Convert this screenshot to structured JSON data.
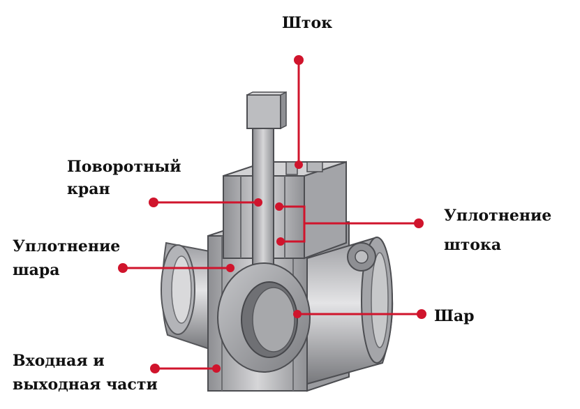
{
  "labels": {
    "stem": "Шток",
    "rotary_line1": "Поворотный",
    "rotary_line2": "кран",
    "ball_seal_line1": "Уплотнение",
    "ball_seal_line2": "шара",
    "body_line1": "Входная и",
    "body_line2": "выходная части",
    "stem_seal_line1": "Уплотнение",
    "stem_seal_line2": "штока",
    "ball": "Шар"
  },
  "colors": {
    "leader": "#d0142c",
    "metal_light": "#d4d4d6",
    "metal_mid": "#a9aaad",
    "metal_dark": "#6b6c70",
    "text": "#111111"
  }
}
